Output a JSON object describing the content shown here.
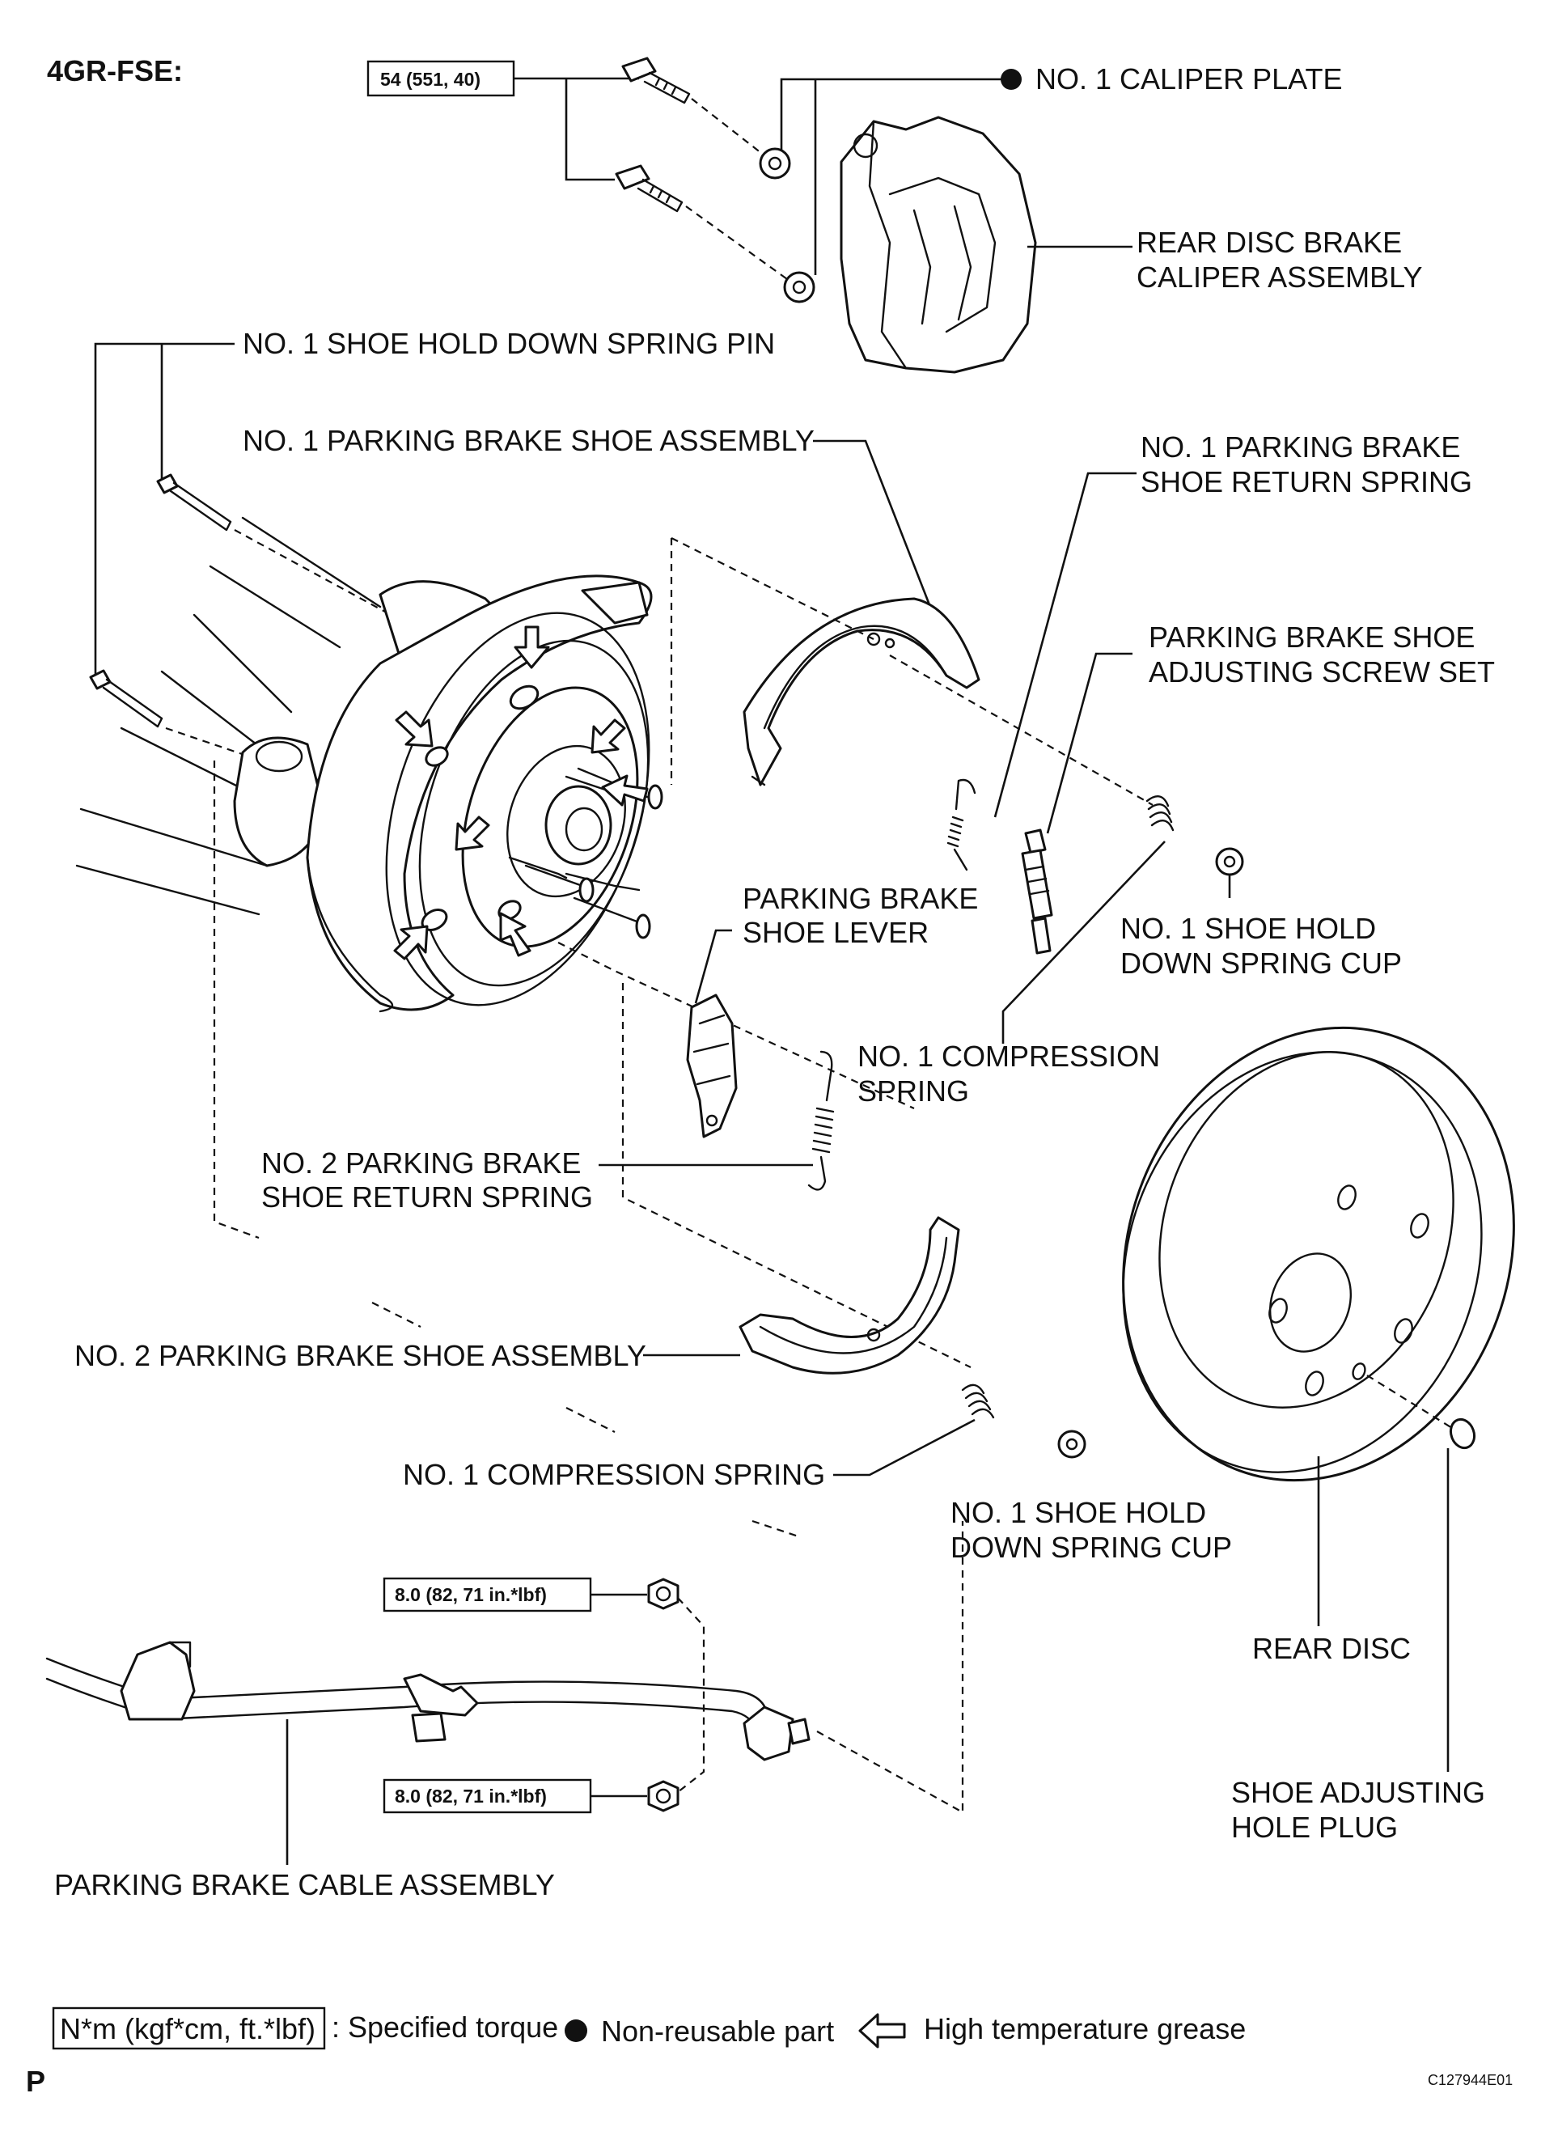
{
  "engine_label": "4GR-FSE:",
  "torque": {
    "caliper_bolts": "54 (551, 40)",
    "cable_bolt_upper": "8.0 (82, 71 in.*lbf)",
    "cable_bolt_lower": "8.0 (82, 71 in.*lbf)"
  },
  "labels": {
    "caliper_plate": "NO. 1 CALIPER PLATE",
    "caliper_assembly_1": "REAR DISC BRAKE",
    "caliper_assembly_2": "CALIPER ASSEMBLY",
    "hold_down_pin": "NO. 1 SHOE HOLD DOWN SPRING PIN",
    "shoe_assembly_1": "NO. 1 PARKING BRAKE SHOE ASSEMBLY",
    "return_spring_1_a": "NO. 1 PARKING BRAKE",
    "return_spring_1_b": "SHOE RETURN SPRING",
    "adjusting_screw_a": "PARKING BRAKE SHOE",
    "adjusting_screw_b": "ADJUSTING SCREW SET",
    "shoe_lever_a": "PARKING BRAKE",
    "shoe_lever_b": "SHOE LEVER",
    "spring_cup_upper_a": "NO. 1 SHOE HOLD",
    "spring_cup_upper_b": "DOWN SPRING CUP",
    "compression_spring_upper_a": "NO. 1 COMPRESSION",
    "compression_spring_upper_b": "SPRING",
    "return_spring_2_a": "NO.  2 PARKING BRAKE",
    "return_spring_2_b": "SHOE RETURN SPRING",
    "shoe_assembly_2": "NO. 2 PARKING BRAKE SHOE ASSEMBLY",
    "compression_spring_lower": "NO. 1 COMPRESSION SPRING",
    "spring_cup_lower_a": "NO. 1 SHOE HOLD",
    "spring_cup_lower_b": "DOWN SPRING CUP",
    "rear_disc": "REAR DISC",
    "hole_plug_a": "SHOE ADJUSTING",
    "hole_plug_b": "HOLE PLUG",
    "cable_assembly": "PARKING BRAKE CABLE ASSEMBLY"
  },
  "legend": {
    "torque_unit": "N*m (kgf*cm, ft.*lbf)",
    "torque_text": ": Specified torque",
    "non_reusable": "Non-reusable part",
    "grease": "High temperature grease"
  },
  "footer": {
    "left_mark": "P",
    "figure_code": "C127944E01"
  },
  "colors": {
    "ink": "#111111",
    "paper": "#ffffff"
  },
  "icons": [
    "filled-dot-icon",
    "grease-arrow-icon"
  ]
}
